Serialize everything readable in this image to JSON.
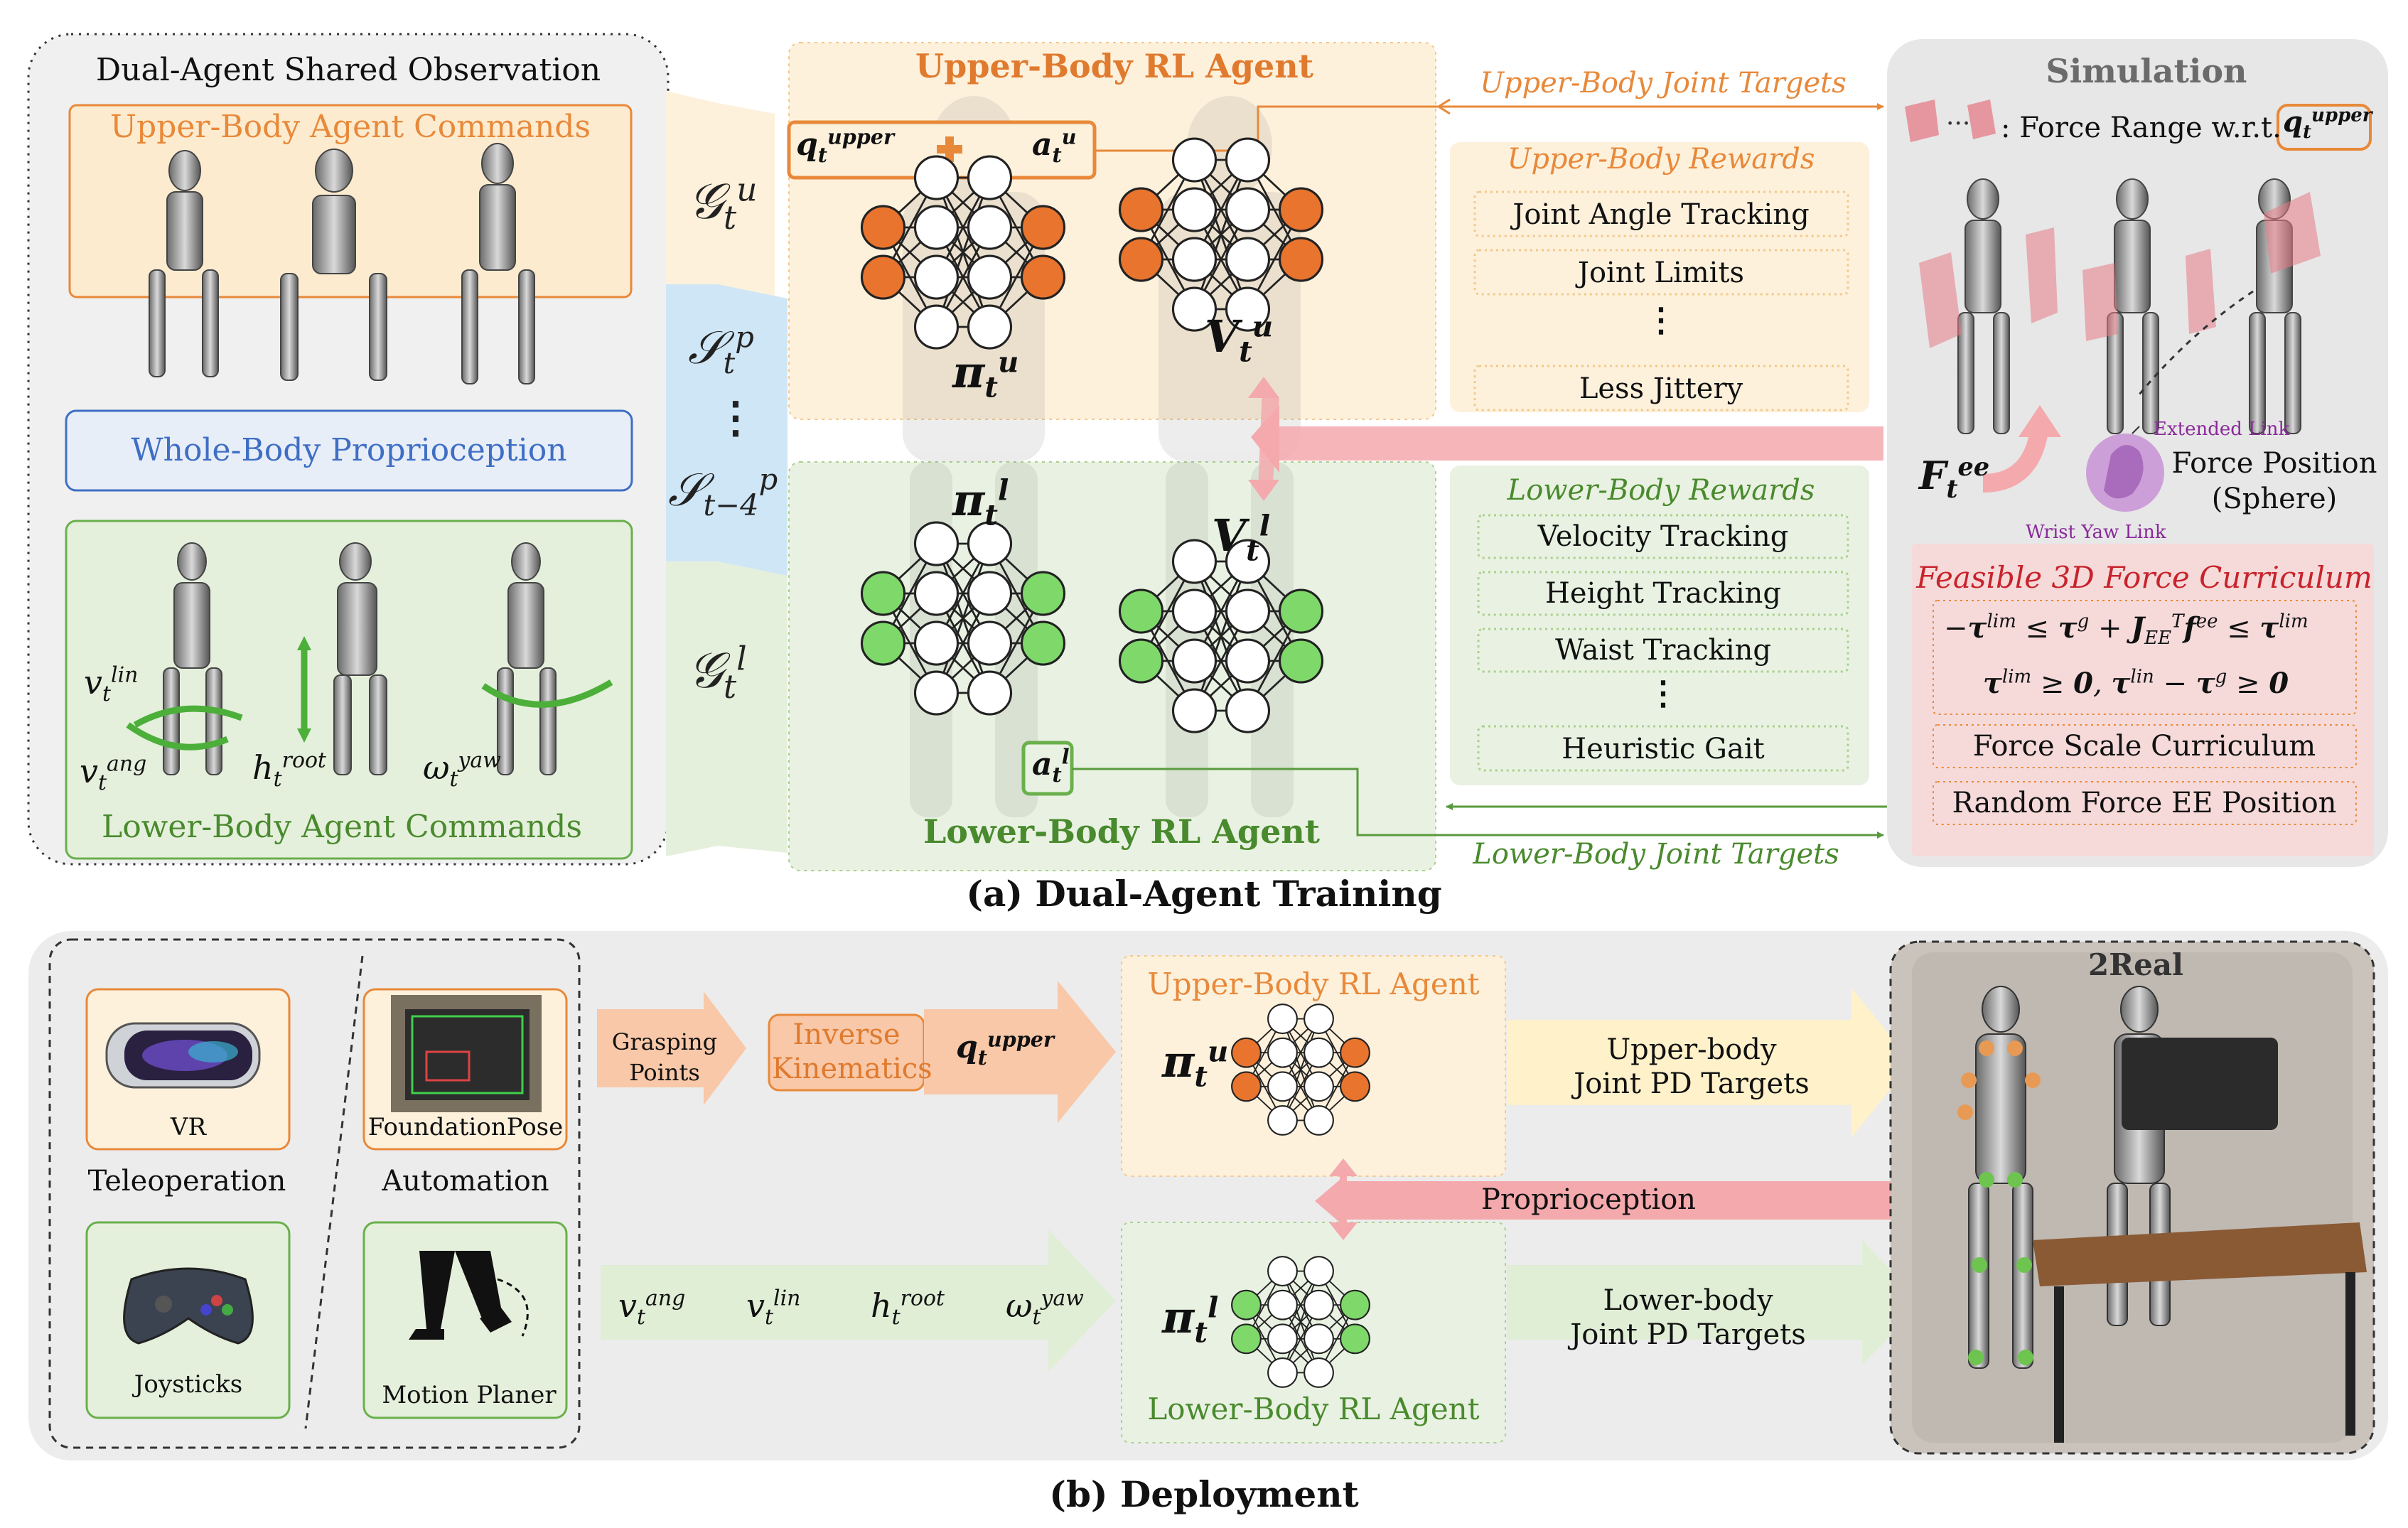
{
  "training": {
    "caption": "(a) Dual-Agent Training",
    "observation": {
      "title": "Dual-Agent Shared Observation",
      "upper_commands": "Upper-Body Agent Commands",
      "proprioception": "Whole-Body Proprioception",
      "lower_commands": "Lower-Body Agent Commands",
      "cmd_vlin": "v_t^lin",
      "cmd_vang": "v_t^ang",
      "cmd_hroot": "h_t^root",
      "cmd_wyaw": "ω_t^yaw"
    },
    "streams": {
      "goal_upper": "𝒢_t^u",
      "state_current": "𝒮_t^p",
      "ellipsis": "⋮",
      "state_past": "𝒮_{t−4}^p",
      "goal_lower": "𝒢_t^l"
    },
    "upper_agent": {
      "title": "Upper-Body RL Agent",
      "q_upper": "q_t^upper",
      "a_upper": "a_t^u",
      "policy": "π_t^u",
      "value": "V_t^u"
    },
    "lower_agent": {
      "title": "Lower-Body RL Agent",
      "a_lower": "a_t^l",
      "policy": "π_t^l",
      "value": "V_t^l"
    },
    "upper_rewards": {
      "title": "Upper-Body Rewards",
      "items": [
        "Joint Angle Tracking",
        "Joint Limits",
        "⋮",
        "Less Jittery"
      ]
    },
    "lower_rewards": {
      "title": "Lower-Body Rewards",
      "items": [
        "Velocity Tracking",
        "Height Tracking",
        "Waist Tracking",
        "⋮",
        "Heuristic Gait"
      ]
    },
    "upper_joint_targets": "Upper-Body Joint Targets",
    "lower_joint_targets": "Lower-Body Joint Targets",
    "simulation": {
      "title": "Simulation",
      "force_range": ": Force Range w.r.t.",
      "force_range_q": "q_t^upper",
      "ellipsis": "···",
      "f_ee": "F_t^ee",
      "extended_link": "Extended Link",
      "wrist_yaw_link": "Wrist Yaw Link",
      "force_position": "Force Position",
      "sphere": "(Sphere)",
      "curriculum_title": "Feasible 3D Force Curriculum",
      "eq1": "−τ^lim ≤ τ^g + J_EE^T f^ee ≤ τ^lim",
      "eq2": "τ^lim ≥ 0, τ^lim − τ^g ≥ 0",
      "force_scale": "Force Scale Curriculum",
      "random_force": "Random Force EE Position"
    }
  },
  "deployment": {
    "caption": "(b) Deployment",
    "sources": {
      "vr": "VR",
      "foundation_pose": "FoundationPose",
      "teleoperation": "Teleoperation",
      "automation": "Automation",
      "joysticks": "Joysticks",
      "motion_planer": "Motion Planer"
    },
    "grasping_points": "Grasping Points",
    "inverse_kinematics": "Inverse Kinematics",
    "q_upper": "q_t^upper",
    "upper_agent": "Upper-Body RL Agent",
    "lower_agent": "Lower-Body RL Agent",
    "pi_u": "π_t^u",
    "pi_l": "π_t^l",
    "lower_cmds": [
      "v_t^ang",
      "v_t^lin",
      "h_t^root",
      "ω_t^yaw"
    ],
    "upper_pd": [
      "Upper-body",
      "Joint PD Targets"
    ],
    "lower_pd": [
      "Lower-body",
      "Joint PD Targets"
    ],
    "proprioception": "Proprioception",
    "real_label": "2Real"
  },
  "colors": {
    "orange": "#e8893a",
    "orange_fill": "#fdf1dc",
    "green": "#6ab04c",
    "green_fill": "#e9f2e2",
    "blue": "#3f6fc4",
    "blue_fill": "#e8eef8",
    "red_arrow": "#f4a9ad",
    "curriculum_red": "#c8232c",
    "node_orange": "#e8742e",
    "node_green": "#7fd96a"
  }
}
